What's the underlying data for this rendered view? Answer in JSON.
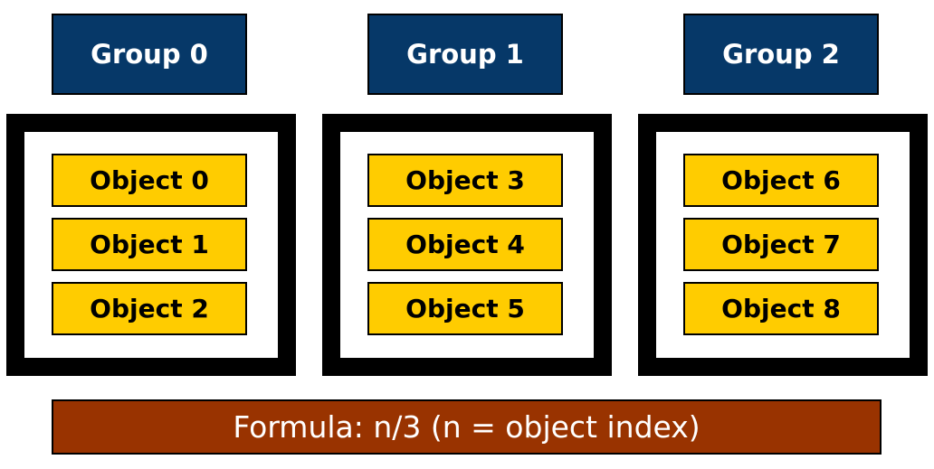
{
  "colors": {
    "group_header_bg": "#063868",
    "object_bg": "#FFCC00",
    "formula_bg": "#993300",
    "box_border": "#000000"
  },
  "groups": [
    {
      "label": "Group 0",
      "objects": [
        "Object 0",
        "Object 1",
        "Object 2"
      ]
    },
    {
      "label": "Group 1",
      "objects": [
        "Object 3",
        "Object 4",
        "Object 5"
      ]
    },
    {
      "label": "Group 2",
      "objects": [
        "Object 6",
        "Object 7",
        "Object 8"
      ]
    }
  ],
  "formula": {
    "text": "Formula: n/3 (n = object index)"
  }
}
